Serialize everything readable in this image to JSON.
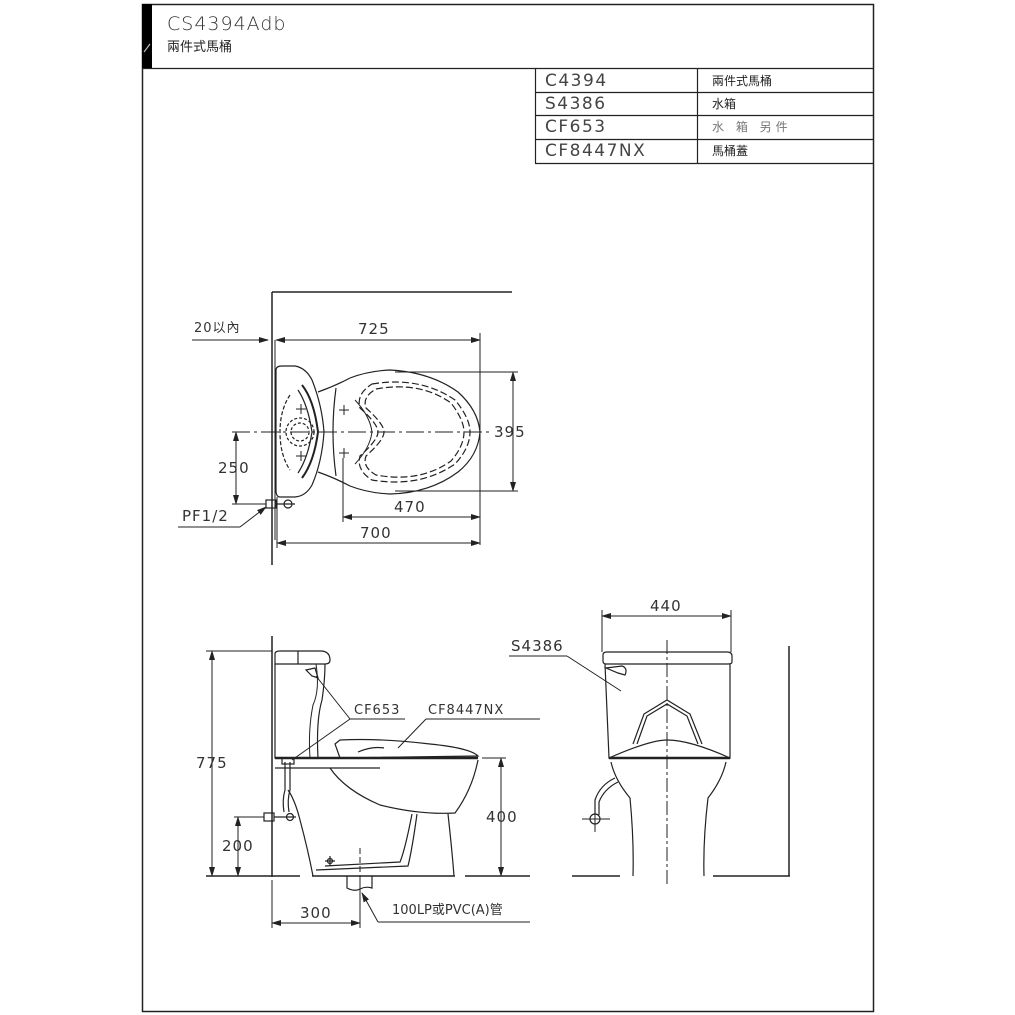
{
  "header": {
    "model_code": "CS4394Adb",
    "subtitle": "兩件式馬桶"
  },
  "parts_table": {
    "rows": [
      {
        "code": "C4394",
        "description": "兩件式馬桶"
      },
      {
        "code": "S4386",
        "description": "水箱"
      },
      {
        "code": "CF653",
        "description": "水 箱 另件"
      },
      {
        "code": "CF8447NX",
        "description": "馬桶蓋"
      }
    ]
  },
  "plan_view": {
    "dims": {
      "wall_gap": "20以內",
      "overall_length": "725",
      "width": "395",
      "supply_height_offset": "250",
      "seat_to_front": "470",
      "body_length": "700",
      "supply_fitting": "PF1/2"
    }
  },
  "side_view": {
    "dims": {
      "total_height": "775",
      "supply_height": "200",
      "seat_height": "400",
      "rough_in": "300"
    },
    "callouts": {
      "fittings": "CF653",
      "seat": "CF8447NX",
      "drain": "100LP或PVC(A)管"
    }
  },
  "front_view": {
    "dims": {
      "tank_width": "440"
    },
    "callouts": {
      "tank": "S4386"
    }
  },
  "colors": {
    "line": "#222222",
    "frame_band": "#000000",
    "background": "#ffffff"
  }
}
